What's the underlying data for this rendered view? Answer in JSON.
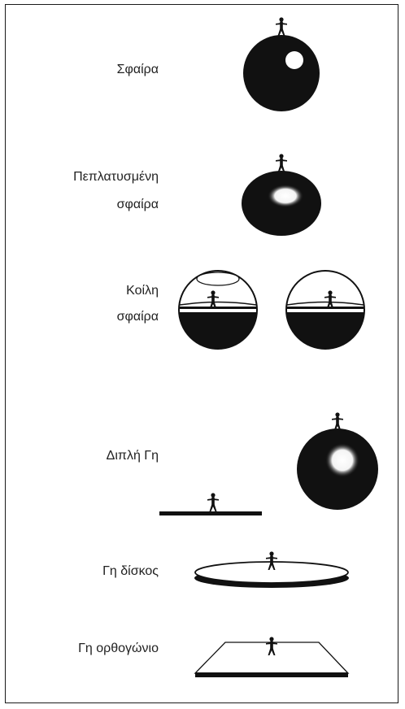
{
  "models": [
    {
      "id": "sphere",
      "label_lines": [
        "Σφαίρα"
      ]
    },
    {
      "id": "oblate-sphere",
      "label_lines": [
        "Πεπλατυσμένη",
        "σφαίρα"
      ]
    },
    {
      "id": "hollow-sphere",
      "label_lines": [
        "Κοίλη",
        "σφαίρα"
      ]
    },
    {
      "id": "double-earth",
      "label_lines": [
        "Διπλή Γη"
      ]
    },
    {
      "id": "disc-earth",
      "label_lines": [
        "Γη δίσκος"
      ]
    },
    {
      "id": "rectangle-earth",
      "label_lines": [
        "Γη ορθογώνιο"
      ]
    }
  ],
  "colors": {
    "ink": "#111111",
    "frame": "#1a1a1a",
    "highlight": "#ffffff"
  }
}
